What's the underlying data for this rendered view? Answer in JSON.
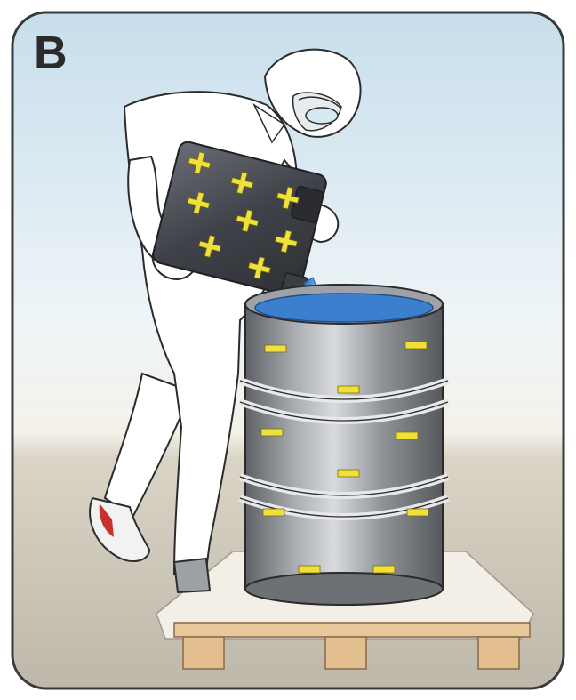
{
  "panel": {
    "label": "B"
  },
  "colors": {
    "frame_border": "#3a3a3a",
    "sky_top": "#bcd6e6",
    "floor": "#c9c4b6",
    "drum_metal": "#8a8d92",
    "liquid": "#3f8fd8",
    "hazard_marks": "#f0e13a",
    "canister": "#4a4d55",
    "pallet_wood": "#e7c79a",
    "suit": "#ffffff"
  },
  "icons": {
    "canister_symbol": "plus",
    "drum_symbol": "minus"
  }
}
